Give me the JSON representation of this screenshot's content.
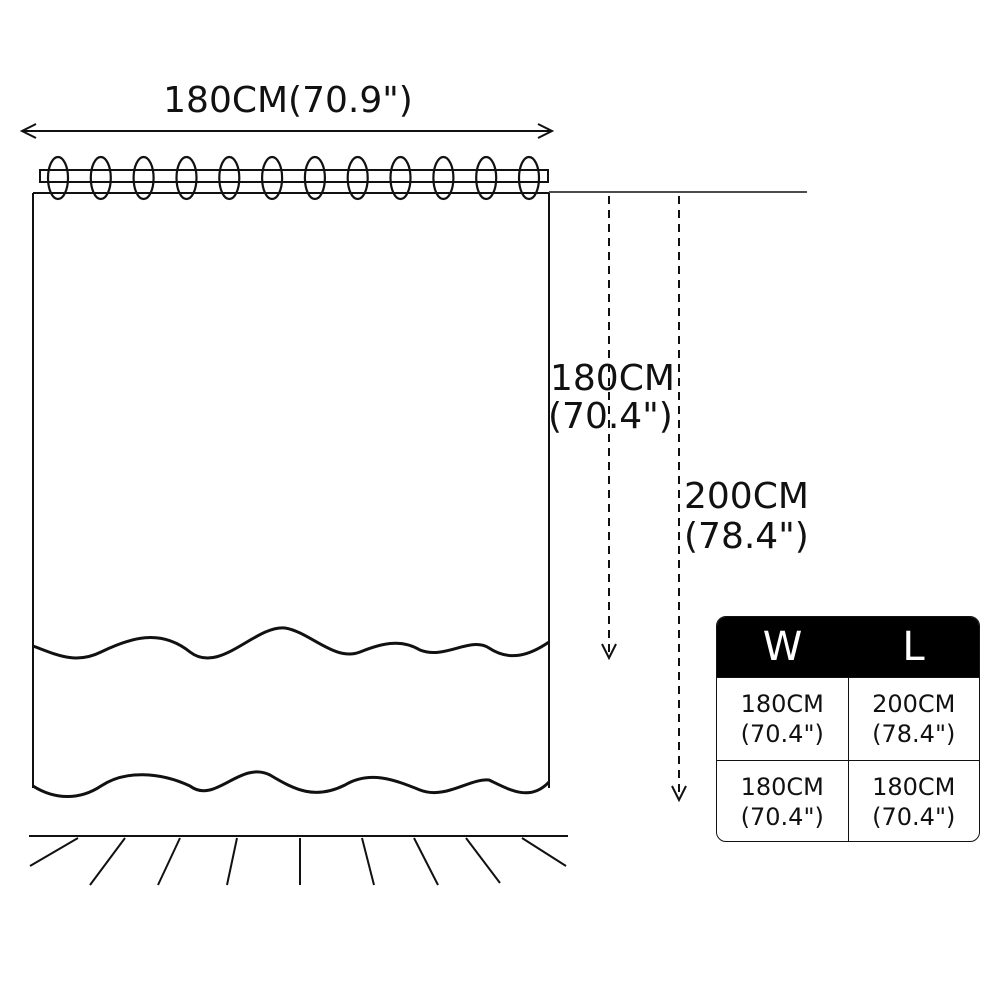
{
  "dimensions": {
    "top_width": "180CM(70.9\")",
    "inner_length_cm": "180CM",
    "inner_length_in": "(70.4\")",
    "outer_length_cm": "200CM",
    "outer_length_in": "(78.4\")"
  },
  "size_table": {
    "headers": [
      "W",
      "L"
    ],
    "rows": [
      [
        {
          "cm": "180CM",
          "in": "(70.4\")"
        },
        {
          "cm": "200CM",
          "in": "(78.4\")"
        }
      ],
      [
        {
          "cm": "180CM",
          "in": "(70.4\")"
        },
        {
          "cm": "180CM",
          "in": "(70.4\")"
        }
      ]
    ]
  },
  "colors": {
    "line": "#111111",
    "table_header_bg": "#000000",
    "table_header_text": "#ffffff"
  }
}
